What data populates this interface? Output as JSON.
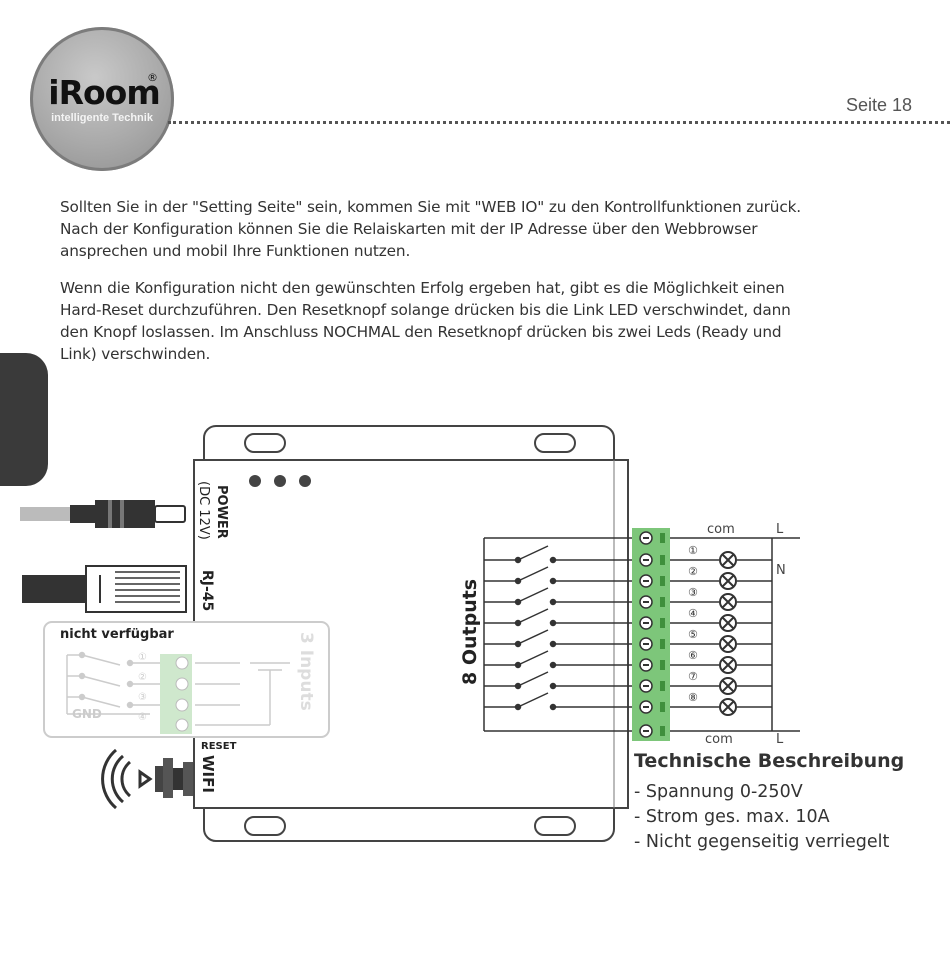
{
  "header": {
    "logo_name": "iRoom",
    "logo_reg": "®",
    "logo_subtitle": "intelligente Technik",
    "page_label": "Seite 18"
  },
  "body": {
    "paragraph1_lines": [
      "Sollten Sie in der \"Setting Seite\" sein, kommen Sie mit \"WEB IO\" zu den Kontrollfunktionen zurück.",
      "Nach der Konfiguration können Sie die Relaiskarten mit der IP Adresse über den Webbrowser",
      "ansprechen und mobil Ihre Funktionen nutzen."
    ],
    "paragraph2_lines": [
      "Wenn die Konfiguration nicht den gewünschten Erfolg ergeben hat, gibt es die Möglichkeit einen",
      "Hard-Reset durchzuführen. Den Resetknopf solange drücken bis die Link LED verschwindet, dann",
      "den Knopf loslassen. Im Anschluss NOCHMAL den Resetknopf drücken bis zwei Leds (Ready und",
      "Link) verschwinden."
    ]
  },
  "diagram": {
    "power_label": "POWER",
    "power_sub": "(DC 12V)",
    "rj45_label": "RJ-45",
    "unavailable_label": "nicht verfügbar",
    "inputs_label": "3 Inputs",
    "gnd_label": "GND",
    "input_numbers": [
      "①",
      "②",
      "③",
      "④"
    ],
    "reset_label": "RESET",
    "wifi_label": "WIFI",
    "outputs_label": "8 Outputs",
    "com_label": "com",
    "l_label": "L",
    "n_label": "N",
    "output_numbers": [
      "①",
      "②",
      "③",
      "④",
      "⑤",
      "⑥",
      "⑦",
      "⑧"
    ]
  },
  "specs": {
    "title": "Technische Beschreibung",
    "items": [
      "- Spannung 0-250V",
      "- Strom ges. max. 10A",
      "- Nicht gegenseitig verriegelt"
    ]
  },
  "colors": {
    "terminal_green": "#7dc67a",
    "tab_dark": "#3a3a3a",
    "text": "#333333"
  }
}
